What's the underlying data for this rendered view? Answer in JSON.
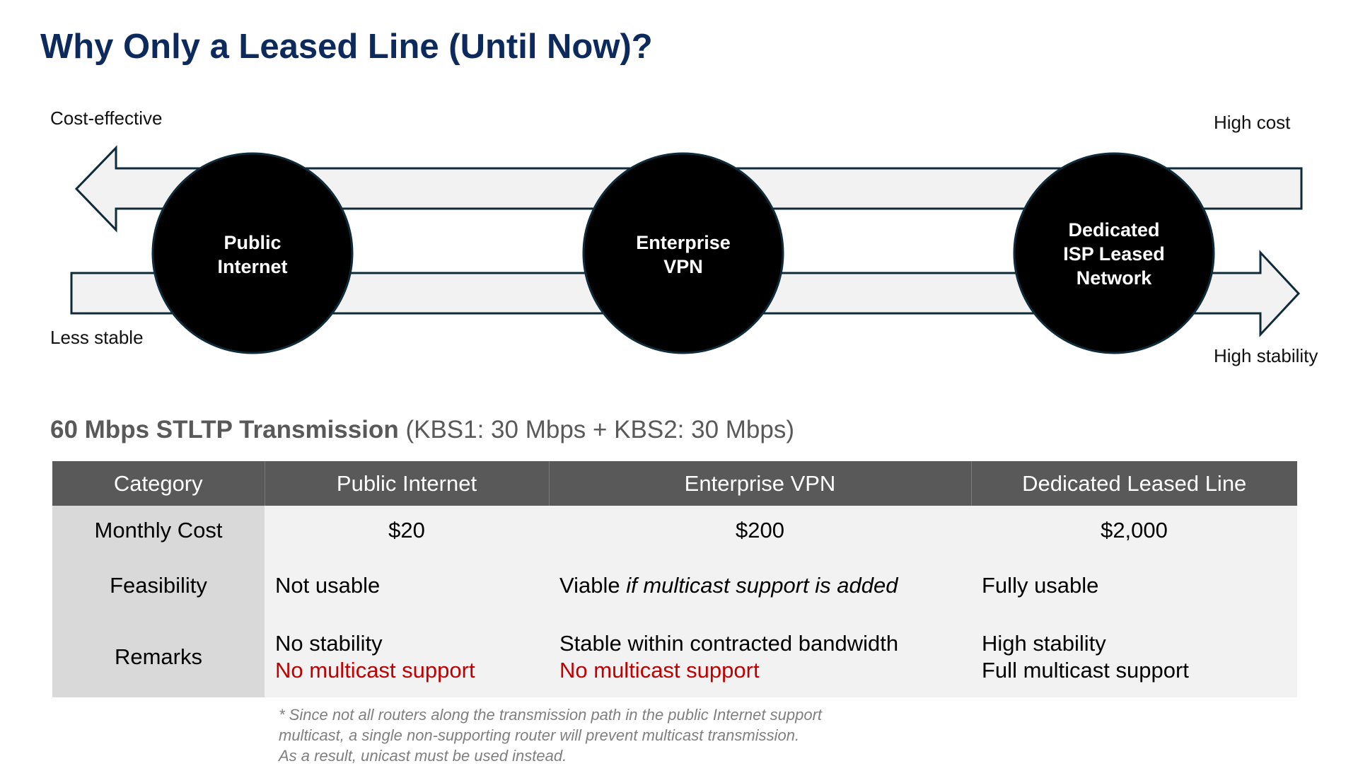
{
  "title": "Why Only a Leased Line (Until Now)?",
  "diagram": {
    "top_left_label": "Cost-effective",
    "top_right_label": "High cost",
    "bottom_left_label": "Less stable",
    "bottom_right_label": "High stability",
    "nodes": [
      {
        "lines": [
          "Public",
          "Internet"
        ]
      },
      {
        "lines": [
          "Enterprise",
          "VPN"
        ]
      },
      {
        "lines": [
          "Dedicated",
          "ISP Leased",
          "Network"
        ]
      }
    ],
    "colors": {
      "arrow_fill": "#f2f2f2",
      "arrow_stroke": "#0f2b3a",
      "node_fill": "#000000"
    }
  },
  "subtitle": {
    "bold": "60 Mbps STLTP Transmission",
    "rest": " (KBS1: 30 Mbps + KBS2: 30 Mbps)"
  },
  "table": {
    "headers": [
      "Category",
      "Public Internet",
      "Enterprise VPN",
      "Dedicated Leased Line"
    ],
    "monthly_cost": {
      "label": "Monthly Cost",
      "public": "$20",
      "vpn": "$200",
      "leased": "$2,000"
    },
    "feasibility": {
      "label": "Feasibility",
      "public": "Not usable",
      "vpn_prefix": "Viable ",
      "vpn_emphasis": "if multicast support is added",
      "leased": "Fully usable"
    },
    "remarks": {
      "label": "Remarks",
      "public_line1": "No stability",
      "public_line2": "No multicast support",
      "vpn_line1": "Stable within contracted bandwidth",
      "vpn_line2": "No multicast support",
      "leased_line1": "High stability",
      "leased_line2": "Full multicast support"
    }
  },
  "footnote": [
    "* Since not all routers along the transmission path in the public Internet support",
    "multicast, a single non-supporting router will prevent multicast transmission.",
    "As a result, unicast must be used instead."
  ]
}
